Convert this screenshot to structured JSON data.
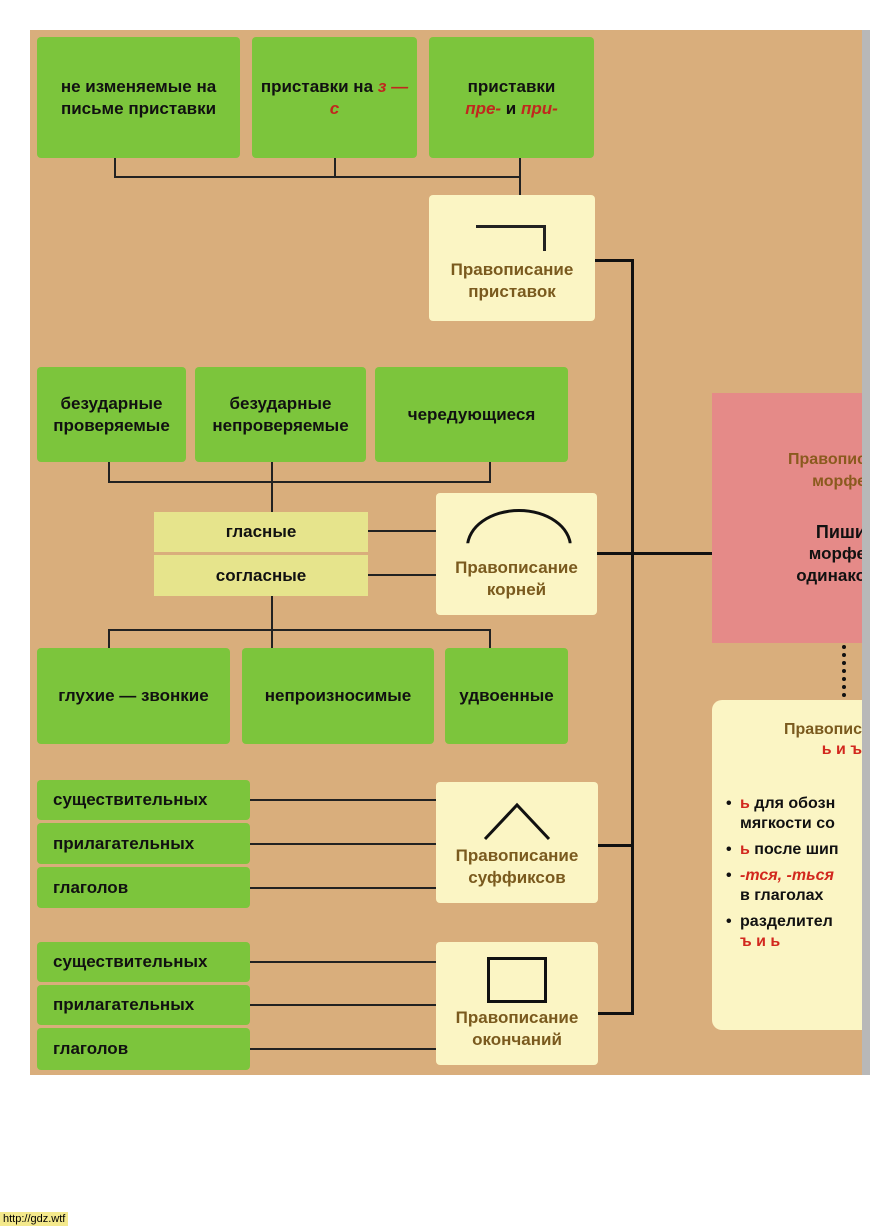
{
  "prefixes": {
    "items": [
      "не изменяемые на письме приставки"
    ],
    "zs_a": "приставки на ",
    "zs_b": "з — с",
    "pp_a": "приставки",
    "pp_b": "пре-",
    "pp_c": " и ",
    "pp_d": "при-",
    "title": "Правописание приставок"
  },
  "roots": {
    "top": [
      "безударные проверяемые",
      "безударные непроверяемые",
      "чередующиеся"
    ],
    "vowels": "гласные",
    "consonants": "согласные",
    "bottom": [
      "глухие — звонкие",
      "непроизносимые",
      "удвоенные"
    ],
    "title": "Правописание корней"
  },
  "suffixes": {
    "items": [
      "существительных",
      "прилагательных",
      "глаголов"
    ],
    "title": "Правописание суффиксов"
  },
  "endings": {
    "items": [
      "существительных",
      "прилагательных",
      "глаголов"
    ],
    "title": "Правописание окончаний"
  },
  "morpheme": {
    "title1": "Правопис",
    "title2": "морфе",
    "text1": "Пиши",
    "text2": "морфе",
    "text3": "одинако"
  },
  "signs": {
    "title1": "Правопис",
    "title2": "ь и ъ",
    "i1a": "ь",
    "i1b": " для обозн",
    "i1c": "мягкости со",
    "i2a": "ь",
    "i2b": " после шип",
    "i3a": "-тся, -ться",
    "i3b": "в глаголах",
    "i4a": "разделител",
    "i4b": "ъ и ь"
  },
  "footer": {
    "url": "http://gdz.wtf"
  }
}
